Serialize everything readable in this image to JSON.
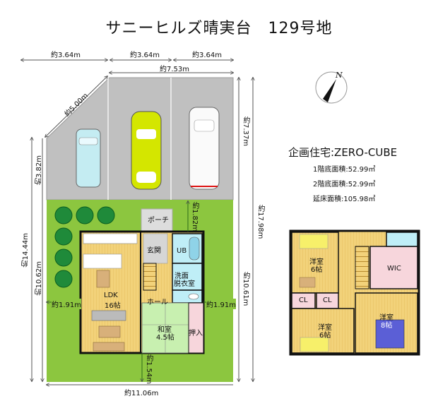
{
  "title": "サニーヒルズ晴実台　129号地",
  "site_dims": {
    "top_seg1": "約3.64m",
    "top_seg2": "約3.64m",
    "top_seg3": "約3.64m",
    "top_overall": "約7.53m",
    "diagonal": "約5.00m",
    "left_parking": "約3.82m",
    "left_total": "約14.44m",
    "left_garden": "約10.62m",
    "right_parking": "約7.37m",
    "right_garden": "約10.61m",
    "right_total": "約17.98m",
    "bottom": "約11.06m",
    "porch_setback": "約1.82m",
    "west_setback": "約1.91m",
    "east_setback": "約1.91m",
    "south_setback": "約1.54m"
  },
  "compass": {
    "label": "N"
  },
  "floor1_rooms": {
    "porch": "ポーチ",
    "entrance": "玄関",
    "bath": "UB",
    "washroom_l1": "洗面",
    "washroom_l2": "脱衣室",
    "ldk_l1": "LDK",
    "ldk_l2": "16帖",
    "hall": "ホール",
    "washitsu_l1": "和室",
    "washitsu_l2": "4.5帖",
    "closet": "押入"
  },
  "info": {
    "plan": "企画住宅:ZERO-CUBE",
    "floor1_area": "1階底面積:52.99㎡",
    "floor2_area": "2階底面積:52.99㎡",
    "total_area": "延床面積:105.98㎡"
  },
  "floor2_rooms": {
    "room_a_l1": "洋室",
    "room_a_l2": "6帖",
    "wic": "WIC",
    "cl1": "CL",
    "cl2": "CL",
    "room_b_l1": "洋室",
    "room_b_l2": "6帖",
    "room_c_l1": "洋室",
    "room_c_l2": "8帖"
  },
  "colors": {
    "parking": "#c0c0c0",
    "garden": "#8cc63f",
    "floor_wood": "#f2d27a",
    "tatami": "#c8f0b0",
    "bath": "#bfeef7",
    "closet_pink": "#f7d6dc",
    "car_yellow": "#d4e600",
    "bed_blue": "#5b5fd6"
  }
}
